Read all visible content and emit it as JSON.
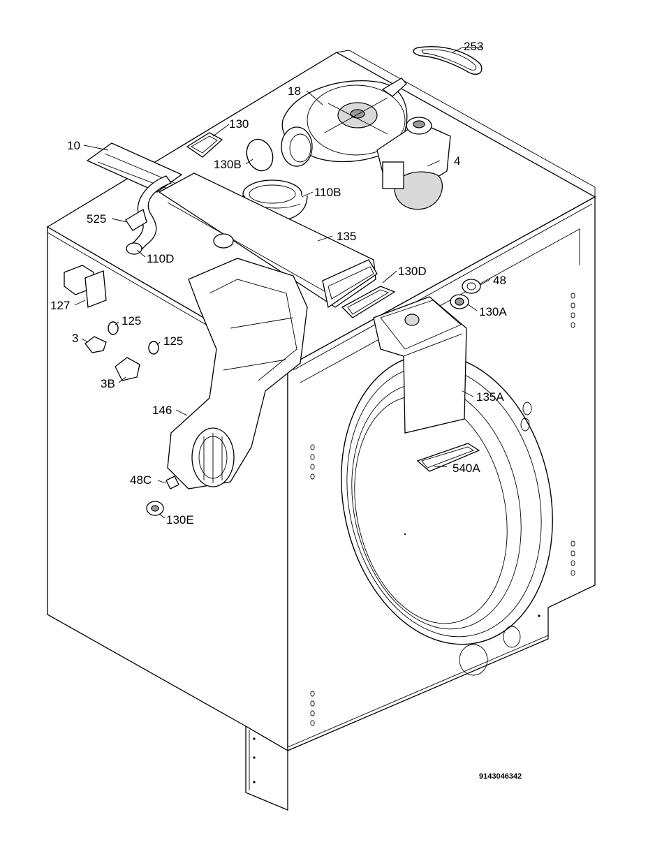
{
  "labels": [
    {
      "id": "253",
      "text": "253"
    },
    {
      "id": "18",
      "text": "18"
    },
    {
      "id": "130",
      "text": "130"
    },
    {
      "id": "10",
      "text": "10"
    },
    {
      "id": "130B",
      "text": "130B"
    },
    {
      "id": "4",
      "text": "4"
    },
    {
      "id": "110B",
      "text": "110B"
    },
    {
      "id": "525",
      "text": "525"
    },
    {
      "id": "135",
      "text": "135"
    },
    {
      "id": "110D",
      "text": "110D"
    },
    {
      "id": "130D",
      "text": "130D"
    },
    {
      "id": "48",
      "text": "48"
    },
    {
      "id": "127",
      "text": "127"
    },
    {
      "id": "130A",
      "text": "130A"
    },
    {
      "id": "125a",
      "text": "125"
    },
    {
      "id": "3",
      "text": "3"
    },
    {
      "id": "125b",
      "text": "125"
    },
    {
      "id": "3B",
      "text": "3B"
    },
    {
      "id": "146",
      "text": "146"
    },
    {
      "id": "135A",
      "text": "135A"
    },
    {
      "id": "540A",
      "text": "540A"
    },
    {
      "id": "48C",
      "text": "48C"
    },
    {
      "id": "130E",
      "text": "130E"
    }
  ],
  "diagram_code": "9143046342"
}
